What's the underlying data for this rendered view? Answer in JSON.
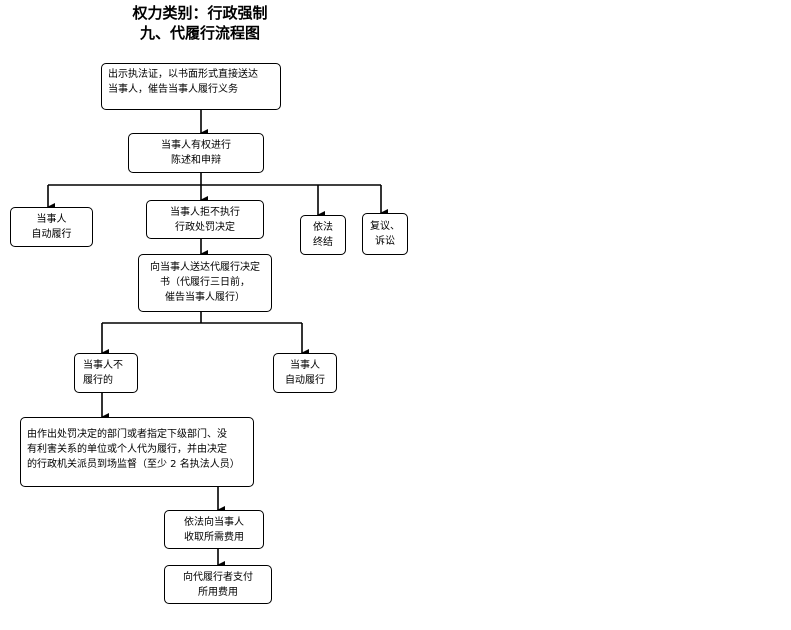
{
  "header": {
    "category": "权力类别：行政强制",
    "title": "九、代履行流程图"
  },
  "nodes": {
    "present_cert": [
      "出示执法证，以书面形式直接送达",
      "当事人，催告当事人履行义务"
    ],
    "statement": [
      "当事人有权进行",
      "陈述和申辩"
    ],
    "self_perform_1": [
      "当事人",
      "自动履行"
    ],
    "refuse": [
      "当事人拒不执行",
      "行政处罚决定"
    ],
    "close_case": [
      "依法",
      "终结"
    ],
    "review": [
      "复议、",
      "诉讼"
    ],
    "serve_decision": [
      "向当事人送达代履行决定",
      "书（代履行三日前，",
      "催告当事人履行）"
    ],
    "not_perform": [
      "当事人不",
      "履行的"
    ],
    "self_perform_2": [
      "当事人",
      "自动履行"
    ],
    "execute": [
      "由作出处罚决定的部门或者指定下级部门、没",
      "有利害关系的单位或个人代为履行，并由决定",
      "的行政机关派员到场监督（至少 2 名执法人员）"
    ],
    "collect_fee": [
      "依法向当事人",
      "收取所需费用"
    ],
    "pay": [
      "向代履行者支付",
      "所用费用"
    ]
  }
}
